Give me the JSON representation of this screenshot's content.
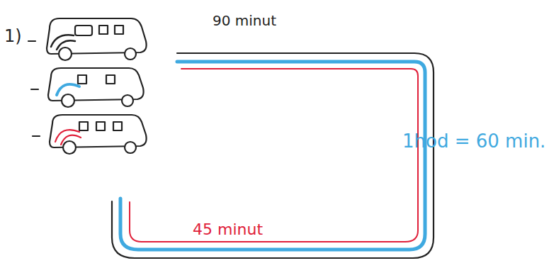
{
  "diagram": {
    "labels": [
      "1)",
      "90 minut",
      "1hod = 60 min.",
      "45 minut"
    ]
  }
}
